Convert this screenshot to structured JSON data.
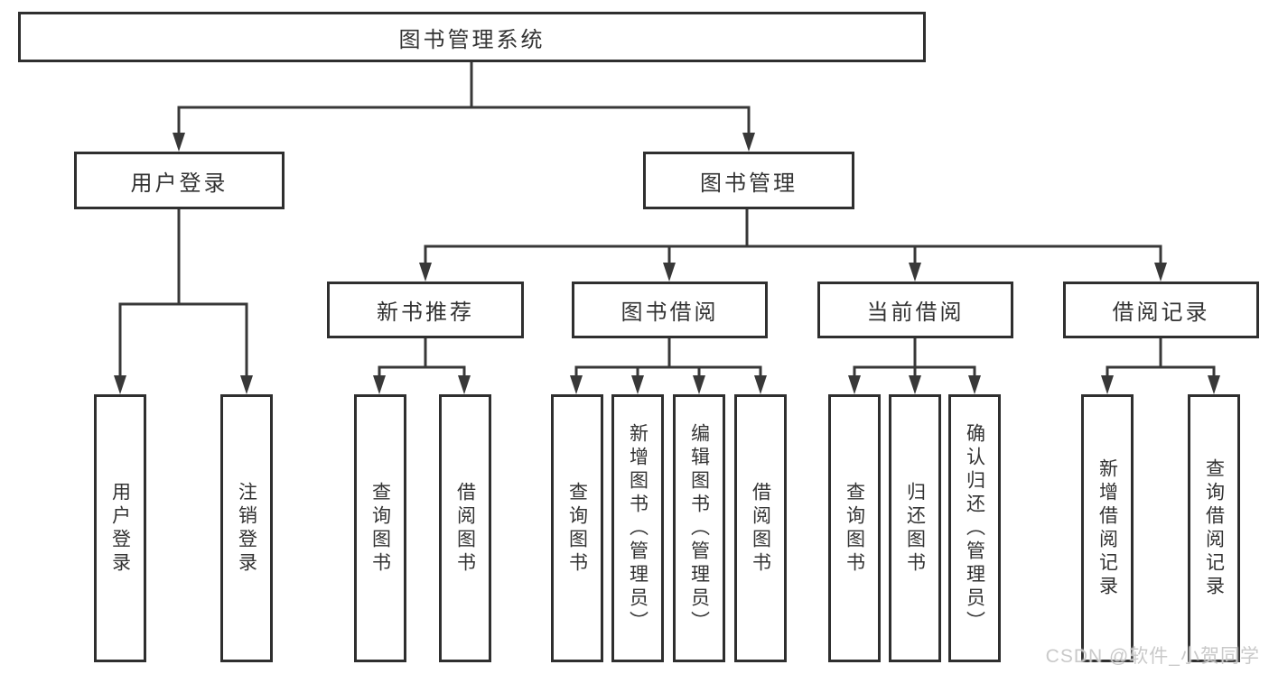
{
  "diagram": {
    "type": "hierarchy-tree",
    "colors": {
      "line": "#383838",
      "box_border": "#2f2f2f",
      "box_fill": "#ffffff",
      "text": "#333333",
      "watermark_text_color": "#c6c6c6"
    }
  },
  "tree": {
    "root": {
      "label": "图书管理系统"
    },
    "branches": [
      {
        "label": "用户登录",
        "children": [
          {
            "label": "用户登录"
          },
          {
            "label": "注销登录"
          }
        ]
      },
      {
        "label": "图书管理",
        "children": [
          {
            "label": "新书推荐",
            "children": [
              {
                "label": "查询图书"
              },
              {
                "label": "借阅图书"
              }
            ]
          },
          {
            "label": "图书借阅",
            "children": [
              {
                "label": "查询图书"
              },
              {
                "label": "新增图书（管理员）"
              },
              {
                "label": "编辑图书（管理员）"
              },
              {
                "label": "借阅图书"
              }
            ]
          },
          {
            "label": "当前借阅",
            "children": [
              {
                "label": "查询图书"
              },
              {
                "label": "归还图书"
              },
              {
                "label": "确认归还（管理员）"
              }
            ]
          },
          {
            "label": "借阅记录",
            "children": [
              {
                "label": "新增借阅记录"
              },
              {
                "label": "查询借阅记录"
              }
            ]
          }
        ]
      }
    ]
  },
  "watermark": "CSDN @软件_小贺同学"
}
